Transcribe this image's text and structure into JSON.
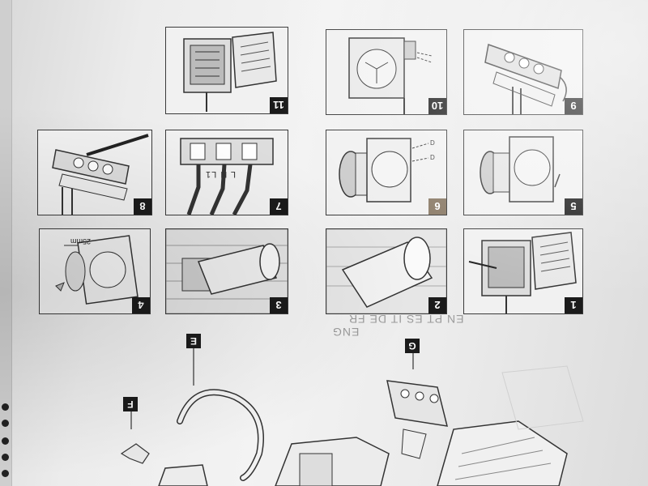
{
  "steps": [
    {
      "num": "1"
    },
    {
      "num": "2"
    },
    {
      "num": "3"
    },
    {
      "num": "4"
    },
    {
      "num": "5"
    },
    {
      "num": "6"
    },
    {
      "num": "7"
    },
    {
      "num": "8"
    },
    {
      "num": "9"
    },
    {
      "num": "10"
    },
    {
      "num": "11"
    }
  ],
  "wiring": {
    "terminals": "L  N  L1",
    "wires": "L   N   L1"
  },
  "dimension": "25mm",
  "part_labels": {
    "E": "E",
    "F": "F",
    "G": "G"
  },
  "faded_text": {
    "line1": "EN PT ES IT DE FR",
    "line2": "ENG"
  }
}
